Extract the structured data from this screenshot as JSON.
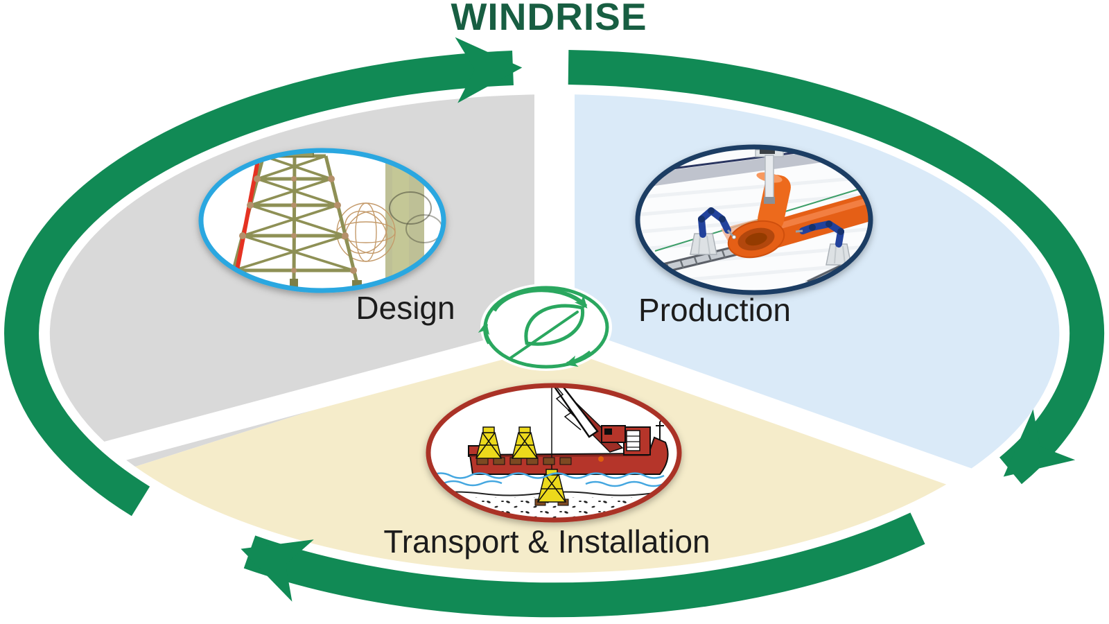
{
  "title": "WINDRISE",
  "diagram": {
    "type": "circular-lifecycle",
    "direction": "clockwise",
    "phases": [
      {
        "label": "Design",
        "sector_color": "#d9d9d9",
        "image_border_color": "#2ba7e0",
        "image": "jacket-foundation-design-3d-render"
      },
      {
        "label": "Production",
        "sector_color": "#daeaf8",
        "image_border_color": "#1d3c63",
        "image": "robotic-welding-cell-3d-render"
      },
      {
        "label": "Transport & Installation",
        "sector_color": "#f5ecca",
        "image_border_color": "#aa3026",
        "image": "crane-vessel-jacket-installation-sketch"
      }
    ],
    "center_icon": "leaf-recycle-arrows-icon",
    "colors": {
      "ring": "#118a55",
      "title_text": "#185e42",
      "label_text": "#1c1c1c",
      "center_icon": "#2aa75f",
      "background": "#ffffff"
    }
  }
}
